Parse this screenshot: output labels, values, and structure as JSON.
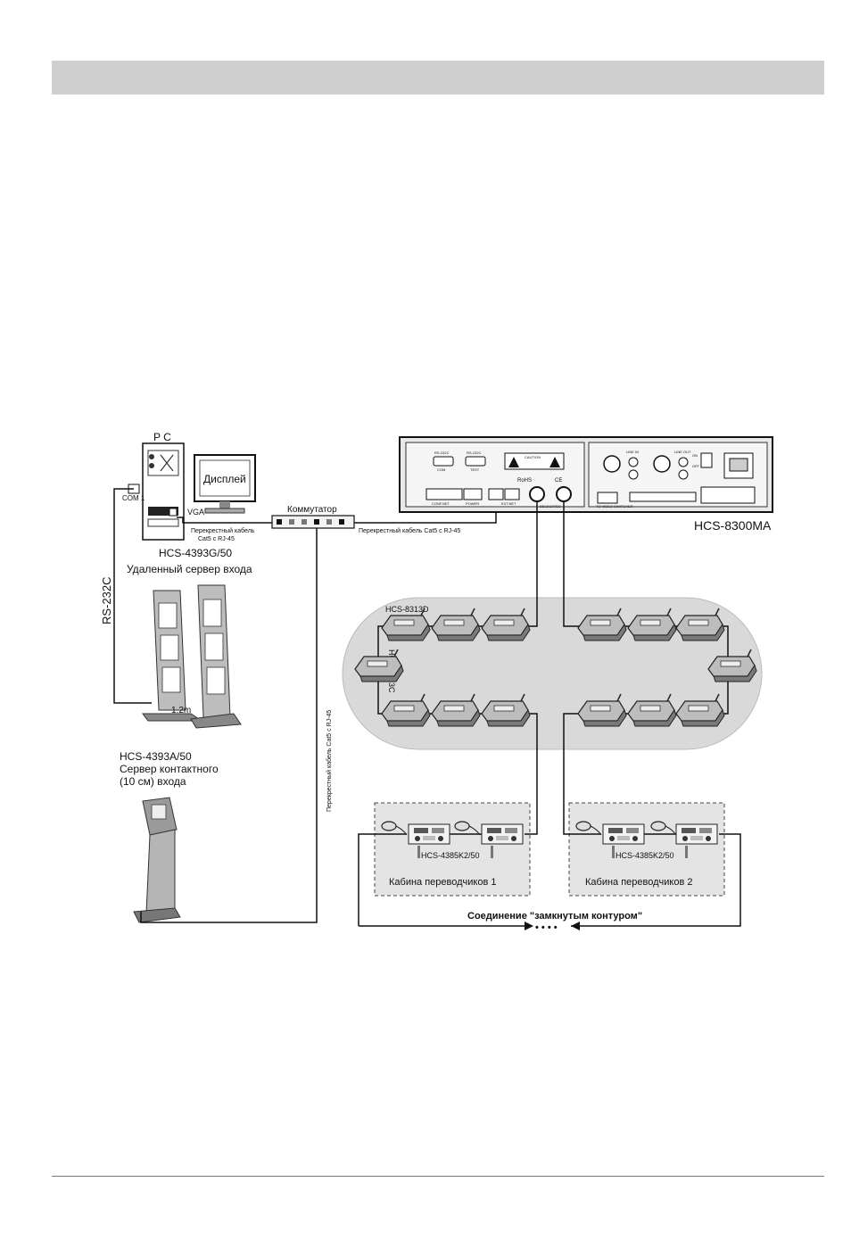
{
  "labels": {
    "pc": "P C",
    "display": "Дисплей",
    "com1": "COM 1",
    "vga": "VGA",
    "cross_cable_pc_1": "Перекрестный кабель",
    "cross_cable_pc_2": "Cat5 с RJ-45",
    "switch": "Коммутатор",
    "cross_cable_main": "Перекрестный кабель Cat5 с RJ-45",
    "main_unit": "HCS-8300MA",
    "rs232": "RS-232C",
    "gate_model": "HCS-4393G/50",
    "gate_desc": "Удаленный сервер входа",
    "distance": "1.2m",
    "kiosk_model": "HCS-4393A/50",
    "kiosk_desc_1": "Сервер контактного",
    "kiosk_desc_2": "(10 см) входа",
    "vertical_cable": "Перекрестный кабель Cat5 с RJ-45",
    "delegate_unit": "HCS-8313D",
    "chairman_unit": "HCS-8313C",
    "booth_model_1": "HCS-4385K2/50",
    "booth_model_2": "HCS-4385K2/50",
    "booth_1": "Кабина переводчиков 1",
    "booth_2": "Кабина переводчиков 2",
    "loop_connection": "Соединение \"замкнутым контуром\"",
    "ellipsis": "• • • •"
  },
  "panel_labels": {
    "rs232_1": "RS-232C",
    "rs232_2": "RS-232C",
    "com": "COM",
    "test": "TEST",
    "caution": "CAUTION",
    "conf_net": "CONF.NET",
    "power": "POWER",
    "ext_net": "EXT.NET",
    "delegates": "DELEGATES",
    "rohs": "RoHS",
    "ce": "CE",
    "to_video": "TO VIDEO SWITCHER",
    "line_in": "LINE IN",
    "line_out": "LINE OUT",
    "on": "ON",
    "off": "OFF"
  },
  "colors": {
    "loop_area": "#d9d9d9",
    "booth_area": "#e4e4e4",
    "device_gray": "#a8a8a8",
    "line": "#111111"
  }
}
